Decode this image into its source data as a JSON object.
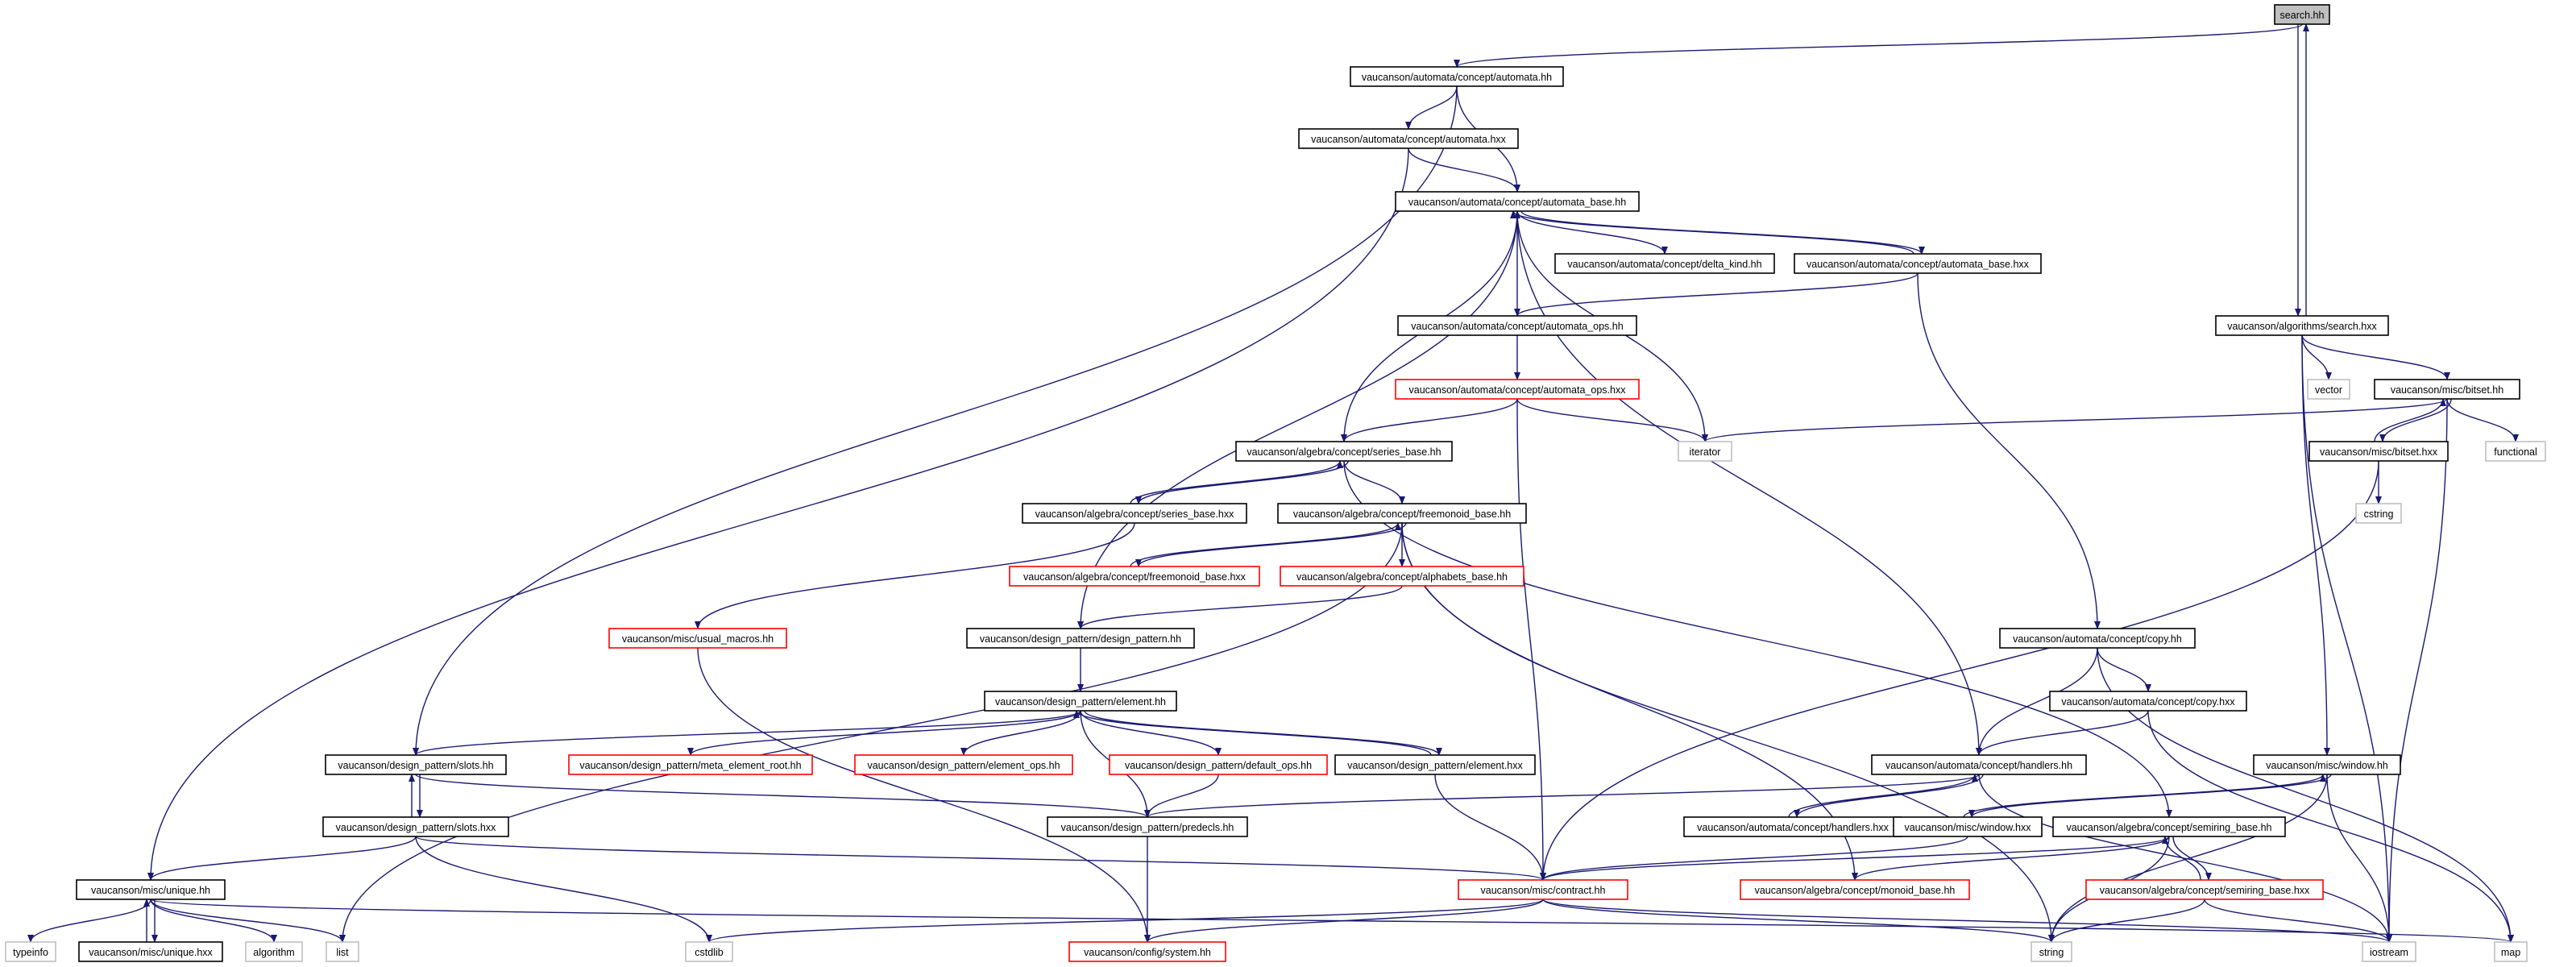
{
  "colors": {
    "edge": "#191970",
    "node_fill": "#ffffff",
    "root_fill": "#bfbfbf",
    "border_default": "#000000",
    "border_truncated": "#ff0000",
    "border_leaf": "#bfbfbf",
    "text": "#000000"
  },
  "nodes": [
    {
      "id": "search_hh",
      "label": "search.hh",
      "kind": "root"
    },
    {
      "id": "automata_hh",
      "label": "vaucanson/automata/concept/automata.hh",
      "kind": "normal"
    },
    {
      "id": "automata_hxx",
      "label": "vaucanson/automata/concept/automata.hxx",
      "kind": "normal"
    },
    {
      "id": "automata_base_hh",
      "label": "vaucanson/automata/concept/automata_base.hh",
      "kind": "normal"
    },
    {
      "id": "delta_kind_hh",
      "label": "vaucanson/automata/concept/delta_kind.hh",
      "kind": "normal"
    },
    {
      "id": "automata_base_hxx",
      "label": "vaucanson/automata/concept/automata_base.hxx",
      "kind": "normal"
    },
    {
      "id": "automata_ops_hh",
      "label": "vaucanson/automata/concept/automata_ops.hh",
      "kind": "normal"
    },
    {
      "id": "automata_ops_hxx",
      "label": "vaucanson/automata/concept/automata_ops.hxx",
      "kind": "truncated"
    },
    {
      "id": "algorithms_search_hxx",
      "label": "vaucanson/algorithms/search.hxx",
      "kind": "normal"
    },
    {
      "id": "vector",
      "label": "vector",
      "kind": "leaf"
    },
    {
      "id": "bitset_hh",
      "label": "vaucanson/misc/bitset.hh",
      "kind": "normal"
    },
    {
      "id": "iterator",
      "label": "iterator",
      "kind": "leaf"
    },
    {
      "id": "bitset_hxx",
      "label": "vaucanson/misc/bitset.hxx",
      "kind": "normal"
    },
    {
      "id": "functional",
      "label": "functional",
      "kind": "leaf"
    },
    {
      "id": "cstring",
      "label": "cstring",
      "kind": "leaf"
    },
    {
      "id": "series_base_hh",
      "label": "vaucanson/algebra/concept/series_base.hh",
      "kind": "normal"
    },
    {
      "id": "series_base_hxx",
      "label": "vaucanson/algebra/concept/series_base.hxx",
      "kind": "normal"
    },
    {
      "id": "freemonoid_base_hh",
      "label": "vaucanson/algebra/concept/freemonoid_base.hh",
      "kind": "normal"
    },
    {
      "id": "freemonoid_base_hxx",
      "label": "vaucanson/algebra/concept/freemonoid_base.hxx",
      "kind": "truncated"
    },
    {
      "id": "alphabets_base_hh",
      "label": "vaucanson/algebra/concept/alphabets_base.hh",
      "kind": "truncated"
    },
    {
      "id": "usual_macros_hh",
      "label": "vaucanson/misc/usual_macros.hh",
      "kind": "truncated"
    },
    {
      "id": "design_pattern_hh",
      "label": "vaucanson/design_pattern/design_pattern.hh",
      "kind": "normal"
    },
    {
      "id": "copy_hh",
      "label": "vaucanson/automata/concept/copy.hh",
      "kind": "normal"
    },
    {
      "id": "copy_hxx",
      "label": "vaucanson/automata/concept/copy.hxx",
      "kind": "normal"
    },
    {
      "id": "element_hh",
      "label": "vaucanson/design_pattern/element.hh",
      "kind": "normal"
    },
    {
      "id": "slots_hh",
      "label": "vaucanson/design_pattern/slots.hh",
      "kind": "normal"
    },
    {
      "id": "meta_element_root_hh",
      "label": "vaucanson/design_pattern/meta_element_root.hh",
      "kind": "truncated"
    },
    {
      "id": "element_ops_hh",
      "label": "vaucanson/design_pattern/element_ops.hh",
      "kind": "truncated"
    },
    {
      "id": "default_ops_hh",
      "label": "vaucanson/design_pattern/default_ops.hh",
      "kind": "truncated"
    },
    {
      "id": "element_hxx",
      "label": "vaucanson/design_pattern/element.hxx",
      "kind": "normal"
    },
    {
      "id": "handlers_hh",
      "label": "vaucanson/automata/concept/handlers.hh",
      "kind": "normal"
    },
    {
      "id": "window_hh",
      "label": "vaucanson/misc/window.hh",
      "kind": "normal"
    },
    {
      "id": "slots_hxx",
      "label": "vaucanson/design_pattern/slots.hxx",
      "kind": "normal"
    },
    {
      "id": "predecls_hh",
      "label": "vaucanson/design_pattern/predecls.hh",
      "kind": "normal"
    },
    {
      "id": "handlers_hxx",
      "label": "vaucanson/automata/concept/handlers.hxx",
      "kind": "normal"
    },
    {
      "id": "window_hxx",
      "label": "vaucanson/misc/window.hxx",
      "kind": "normal"
    },
    {
      "id": "semiring_base_hh",
      "label": "vaucanson/algebra/concept/semiring_base.hh",
      "kind": "normal"
    },
    {
      "id": "unique_hh",
      "label": "vaucanson/misc/unique.hh",
      "kind": "normal"
    },
    {
      "id": "contract_hh",
      "label": "vaucanson/misc/contract.hh",
      "kind": "truncated"
    },
    {
      "id": "monoid_base_hh",
      "label": "vaucanson/algebra/concept/monoid_base.hh",
      "kind": "truncated"
    },
    {
      "id": "semiring_base_hxx",
      "label": "vaucanson/algebra/concept/semiring_base.hxx",
      "kind": "truncated"
    },
    {
      "id": "typeinfo",
      "label": "typeinfo",
      "kind": "leaf"
    },
    {
      "id": "unique_hxx",
      "label": "vaucanson/misc/unique.hxx",
      "kind": "normal"
    },
    {
      "id": "algorithm",
      "label": "algorithm",
      "kind": "leaf"
    },
    {
      "id": "list",
      "label": "list",
      "kind": "leaf"
    },
    {
      "id": "cstdlib",
      "label": "cstdlib",
      "kind": "leaf"
    },
    {
      "id": "system_hh",
      "label": "vaucanson/config/system.hh",
      "kind": "truncated"
    },
    {
      "id": "string",
      "label": "string",
      "kind": "leaf"
    },
    {
      "id": "iostream",
      "label": "iostream",
      "kind": "leaf"
    },
    {
      "id": "map",
      "label": "map",
      "kind": "leaf"
    }
  ],
  "edges": [
    [
      "search_hh",
      "automata_hh"
    ],
    [
      "search_hh",
      "algorithms_search_hxx"
    ],
    [
      "algorithms_search_hxx",
      "search_hh"
    ],
    [
      "automata_hh",
      "automata_hxx"
    ],
    [
      "automata_hh",
      "automata_base_hh"
    ],
    [
      "automata_hh",
      "slots_hh"
    ],
    [
      "automata_hxx",
      "automata_base_hh"
    ],
    [
      "automata_hxx",
      "unique_hh"
    ],
    [
      "automata_base_hh",
      "delta_kind_hh"
    ],
    [
      "automata_base_hh",
      "automata_base_hxx"
    ],
    [
      "automata_base_hxx",
      "automata_base_hh"
    ],
    [
      "automata_base_hh",
      "series_base_hh"
    ],
    [
      "automata_base_hh",
      "design_pattern_hh"
    ],
    [
      "automata_base_hh",
      "iterator"
    ],
    [
      "automata_base_hh",
      "handlers_hh"
    ],
    [
      "automata_base_hxx",
      "automata_ops_hh"
    ],
    [
      "automata_base_hxx",
      "copy_hh"
    ],
    [
      "automata_ops_hh",
      "automata_base_hh"
    ],
    [
      "automata_ops_hh",
      "automata_ops_hxx"
    ],
    [
      "automata_ops_hxx",
      "series_base_hh"
    ],
    [
      "automata_ops_hxx",
      "iterator"
    ],
    [
      "automata_ops_hxx",
      "contract_hh"
    ],
    [
      "algorithms_search_hxx",
      "vector"
    ],
    [
      "algorithms_search_hxx",
      "bitset_hh"
    ],
    [
      "algorithms_search_hxx",
      "window_hh"
    ],
    [
      "algorithms_search_hxx",
      "iostream"
    ],
    [
      "bitset_hh",
      "iterator"
    ],
    [
      "bitset_hh",
      "bitset_hxx"
    ],
    [
      "bitset_hxx",
      "bitset_hh"
    ],
    [
      "bitset_hh",
      "functional"
    ],
    [
      "bitset_hh",
      "iostream"
    ],
    [
      "bitset_hxx",
      "cstring"
    ],
    [
      "bitset_hxx",
      "contract_hh"
    ],
    [
      "series_base_hh",
      "series_base_hxx"
    ],
    [
      "series_base_hxx",
      "series_base_hh"
    ],
    [
      "series_base_hh",
      "freemonoid_base_hh"
    ],
    [
      "series_base_hh",
      "semiring_base_hh"
    ],
    [
      "series_base_hxx",
      "usual_macros_hh"
    ],
    [
      "freemonoid_base_hh",
      "freemonoid_base_hxx"
    ],
    [
      "freemonoid_base_hxx",
      "freemonoid_base_hh"
    ],
    [
      "freemonoid_base_hh",
      "alphabets_base_hh"
    ],
    [
      "freemonoid_base_hh",
      "list"
    ],
    [
      "freemonoid_base_hh",
      "monoid_base_hh"
    ],
    [
      "freemonoid_base_hh",
      "string"
    ],
    [
      "alphabets_base_hh",
      "design_pattern_hh"
    ],
    [
      "usual_macros_hh",
      "system_hh"
    ],
    [
      "design_pattern_hh",
      "element_hh"
    ],
    [
      "element_hh",
      "slots_hh"
    ],
    [
      "element_hh",
      "meta_element_root_hh"
    ],
    [
      "element_hh",
      "element_ops_hh"
    ],
    [
      "element_hh",
      "default_ops_hh"
    ],
    [
      "element_hh",
      "element_hxx"
    ],
    [
      "element_hxx",
      "element_hh"
    ],
    [
      "element_hh",
      "predecls_hh"
    ],
    [
      "default_ops_hh",
      "predecls_hh"
    ],
    [
      "element_hxx",
      "contract_hh"
    ],
    [
      "slots_hh",
      "slots_hxx"
    ],
    [
      "slots_hxx",
      "slots_hh"
    ],
    [
      "slots_hh",
      "predecls_hh"
    ],
    [
      "slots_hxx",
      "unique_hh"
    ],
    [
      "slots_hxx",
      "contract_hh"
    ],
    [
      "slots_hxx",
      "cstdlib"
    ],
    [
      "predecls_hh",
      "system_hh"
    ],
    [
      "copy_hh",
      "copy_hxx"
    ],
    [
      "copy_hh",
      "handlers_hh"
    ],
    [
      "copy_hh",
      "map"
    ],
    [
      "copy_hxx",
      "handlers_hh"
    ],
    [
      "copy_hxx",
      "map"
    ],
    [
      "handlers_hh",
      "handlers_hxx"
    ],
    [
      "handlers_hxx",
      "handlers_hh"
    ],
    [
      "handlers_hh",
      "predecls_hh"
    ],
    [
      "handlers_hh",
      "iostream"
    ],
    [
      "window_hh",
      "window_hxx"
    ],
    [
      "window_hxx",
      "window_hh"
    ],
    [
      "window_hh",
      "string"
    ],
    [
      "window_hh",
      "iostream"
    ],
    [
      "window_hxx",
      "contract_hh"
    ],
    [
      "semiring_base_hh",
      "semiring_base_hxx"
    ],
    [
      "semiring_base_hxx",
      "semiring_base_hh"
    ],
    [
      "semiring_base_hh",
      "contract_hh"
    ],
    [
      "semiring_base_hh",
      "monoid_base_hh"
    ],
    [
      "semiring_base_hh",
      "string"
    ],
    [
      "semiring_base_hxx",
      "string"
    ],
    [
      "semiring_base_hxx",
      "iostream"
    ],
    [
      "unique_hh",
      "typeinfo"
    ],
    [
      "unique_hh",
      "unique_hxx"
    ],
    [
      "unique_hxx",
      "unique_hh"
    ],
    [
      "unique_hh",
      "algorithm"
    ],
    [
      "unique_hh",
      "list"
    ],
    [
      "unique_hh",
      "map"
    ],
    [
      "contract_hh",
      "system_hh"
    ],
    [
      "contract_hh",
      "cstdlib"
    ],
    [
      "contract_hh",
      "string"
    ],
    [
      "contract_hh",
      "iostream"
    ]
  ]
}
